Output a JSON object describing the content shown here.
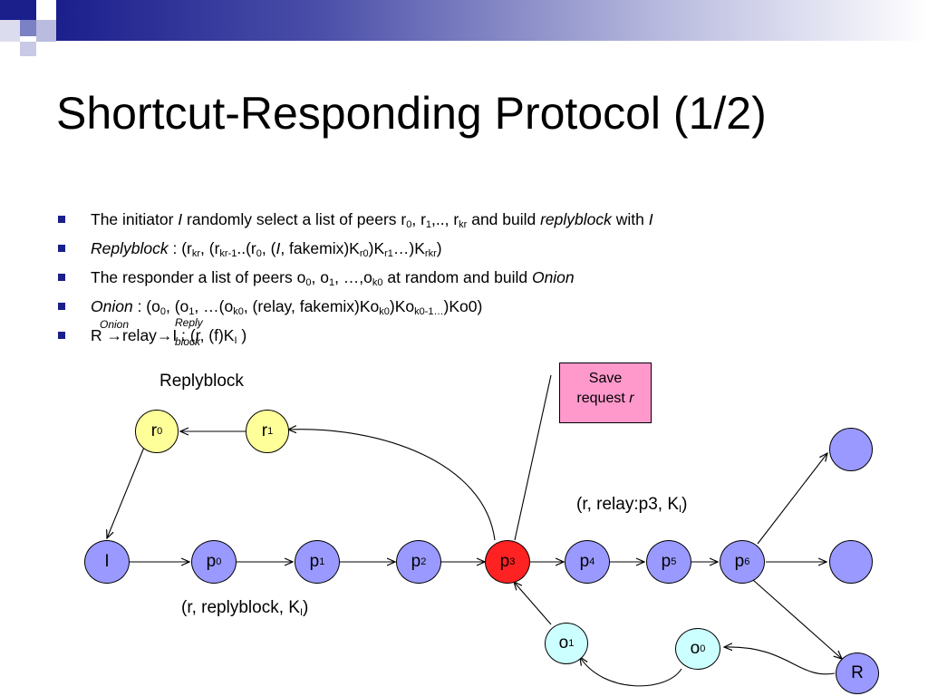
{
  "slide": {
    "title": "Shortcut-Responding Protocol (1/2)",
    "bullets": [
      {
        "segs": [
          {
            "t": "The initiator "
          },
          {
            "t": "I",
            "i": true
          },
          {
            "t": " randomly select a list of peers r"
          },
          {
            "t": "0",
            "sub": true
          },
          {
            "t": ", r"
          },
          {
            "t": "1",
            "sub": true
          },
          {
            "t": ",.., r"
          },
          {
            "t": "kr",
            "sub": true
          },
          {
            "t": " and build "
          },
          {
            "t": "replyblock",
            "i": true
          },
          {
            "t": " with "
          },
          {
            "t": "I",
            "i": true
          }
        ]
      },
      {
        "segs": [
          {
            "t": "Replyblock",
            "i": true
          },
          {
            "t": " : (r"
          },
          {
            "t": "kr",
            "sub": true
          },
          {
            "t": ", (r"
          },
          {
            "t": "kr-1",
            "sub": true
          },
          {
            "t": "..(r"
          },
          {
            "t": "0",
            "sub": true
          },
          {
            "t": ", ("
          },
          {
            "t": "I",
            "i": true
          },
          {
            "t": ", fakemix)K"
          },
          {
            "t": "r0",
            "sub": true
          },
          {
            "t": ")K"
          },
          {
            "t": "r1",
            "sub": true
          },
          {
            "t": "…)K"
          },
          {
            "t": "rkr",
            "sub": true
          },
          {
            "t": ")"
          }
        ]
      },
      {
        "segs": [
          {
            "t": "The responder a list of peers o"
          },
          {
            "t": "0",
            "sub": true
          },
          {
            "t": ", o"
          },
          {
            "t": "1",
            "sub": true
          },
          {
            "t": ", …,o"
          },
          {
            "t": "k0",
            "sub": true
          },
          {
            "t": " at random and build "
          },
          {
            "t": "Onion",
            "i": true
          }
        ]
      },
      {
        "segs": [
          {
            "t": "Onion",
            "i": true
          },
          {
            "t": " : (o"
          },
          {
            "t": "0",
            "sub": true
          },
          {
            "t": ", (o"
          },
          {
            "t": "1",
            "sub": true
          },
          {
            "t": ", …(o"
          },
          {
            "t": "k0",
            "sub": true
          },
          {
            "t": ", (relay, fakemix)Ko"
          },
          {
            "t": "k0",
            "sub": true
          },
          {
            "t": ")Ko"
          },
          {
            "t": "k0-1…",
            "sub": true
          },
          {
            "t": ")Ko0)"
          }
        ]
      },
      {
        "segs": [
          {
            "t": "R →relay→I : (r, (f)K"
          },
          {
            "t": "I",
            "sub": true
          },
          {
            "t": " )"
          }
        ]
      }
    ],
    "overlay_onion": "Onion",
    "overlay_reply": "Reply",
    "overlay_block": "block"
  },
  "diagram": {
    "replyblock_label": "Replyblock",
    "save_request_line1": "Save",
    "save_request_line2": "request ",
    "save_request_var": "r",
    "relay_label_main": "(r, relay:p3, K",
    "relay_label_sub": "I",
    "relay_label_end": ")",
    "reply_label_main": "(r, replyblock, K",
    "reply_label_sub": "I",
    "reply_label_end": ")",
    "nodes": {
      "r0": {
        "base": "r",
        "sub": "0"
      },
      "r1": {
        "base": "r",
        "sub": "1"
      },
      "I": {
        "base": "I",
        "sub": ""
      },
      "p0": {
        "base": "p",
        "sub": "0"
      },
      "p1": {
        "base": "p",
        "sub": "1"
      },
      "p2": {
        "base": "p",
        "sub": "2"
      },
      "p3": {
        "base": "p",
        "sub": "3"
      },
      "p4": {
        "base": "p",
        "sub": "4"
      },
      "p5": {
        "base": "p",
        "sub": "5"
      },
      "p6": {
        "base": "p",
        "sub": "6"
      },
      "o1": {
        "base": "o",
        "sub": "1"
      },
      "o0": {
        "base": "o",
        "sub": "0"
      },
      "R": {
        "base": "R",
        "sub": ""
      }
    },
    "colors": {
      "peer": "#9999ff",
      "reply": "#ffff99",
      "highlight": "#ff2222",
      "onion": "#ccffff",
      "note": "#ff99cc",
      "bullet": "#1b1f8c"
    }
  }
}
